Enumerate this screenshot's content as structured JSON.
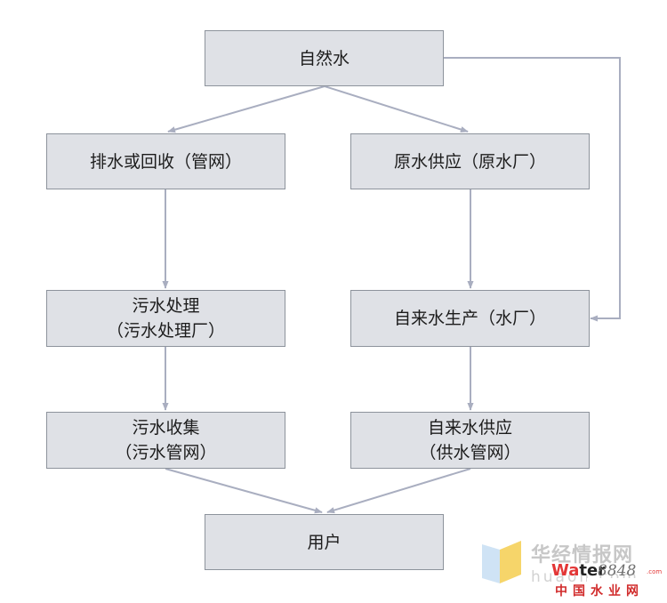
{
  "diagram": {
    "nodes": {
      "natural_water": "自然水",
      "drainage_recycling": "排水或回收（管网）",
      "raw_water_supply": "原水供应（原水厂）",
      "sewage_treatment_line1": "污水处理",
      "sewage_treatment_line2": "（污水处理厂）",
      "tap_water_production": "自来水生产（水厂）",
      "sewage_collection_line1": "污水收集",
      "sewage_collection_line2": "（污水管网）",
      "tap_water_supply_line1": "自来水供应",
      "tap_water_supply_line2": "（供水管网）",
      "user": "用户"
    },
    "edges": [
      {
        "from": "自然水",
        "to": "排水或回收（管网）"
      },
      {
        "from": "自然水",
        "to": "原水供应（原水厂）"
      },
      {
        "from": "自然水",
        "to": "自来水生产（水厂）"
      },
      {
        "from": "排水或回收（管网）",
        "to": "污水处理（污水处理厂）"
      },
      {
        "from": "原水供应（原水厂）",
        "to": "自来水生产（水厂）"
      },
      {
        "from": "污水处理（污水处理厂）",
        "to": "污水收集（污水管网）"
      },
      {
        "from": "自来水生产（水厂）",
        "to": "自来水供应（供水管网）"
      },
      {
        "from": "污水收集（污水管网）",
        "to": "用户"
      },
      {
        "from": "自来水供应（供水管网）",
        "to": "用户"
      }
    ]
  },
  "watermark": {
    "site_name": "华经情报网",
    "brand_prefix": "Wa",
    "brand_mid": "ter",
    "brand_number": "8848",
    "brand_tld": ".com",
    "pinyin": "huaon.com",
    "subtitle": "中国水业网"
  },
  "colors": {
    "node_fill": "#dfe1e6",
    "node_border": "#8d939c",
    "connector": "#a9aec0"
  }
}
